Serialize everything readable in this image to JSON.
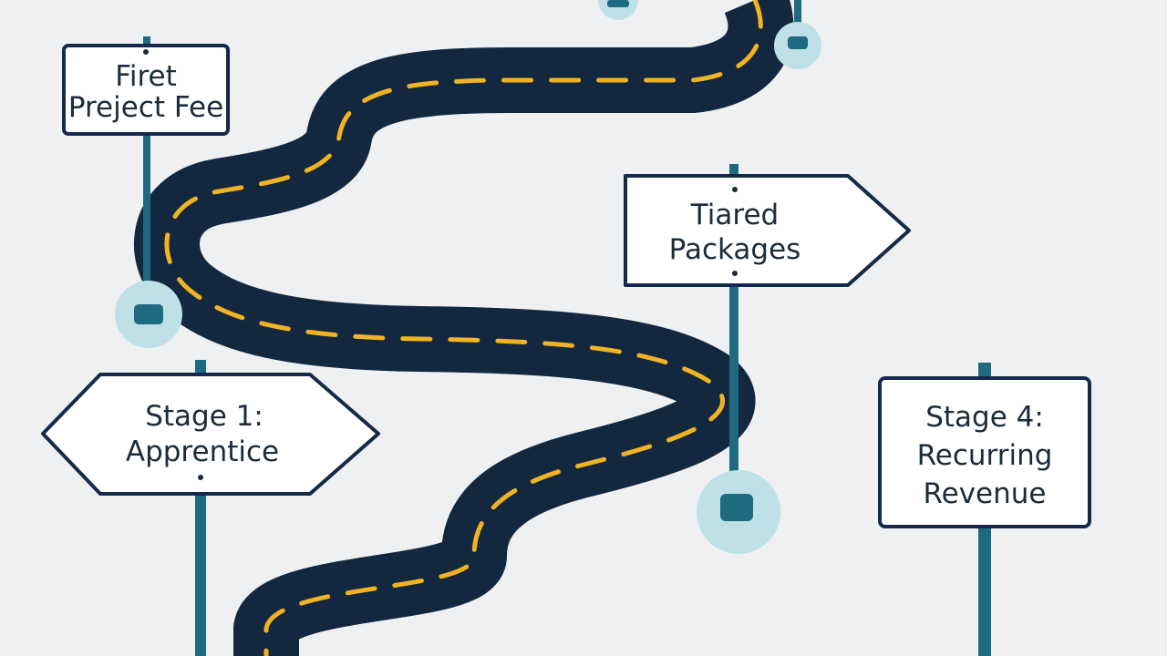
{
  "colors": {
    "background": "#eef0f2",
    "road": "#13273f",
    "lane_marking": "#f0b323",
    "post": "#1e6a80",
    "post_halo": "#bfe0e7",
    "sign_fill": "#ffffff",
    "sign_border": "#15294a",
    "text": "#1d2b3a"
  },
  "signs": {
    "first_project_fee": {
      "line1": "Firet",
      "line2": "Preject Fee"
    },
    "stage_1": {
      "line1": "Stage 1:",
      "line2": "Apprentice"
    },
    "tiered_packages": {
      "line1": "Tiared",
      "line2": "Packages"
    },
    "stage_4": {
      "line1": "Stage 4:",
      "line2": "Recurring",
      "line3": "Revenue"
    }
  }
}
